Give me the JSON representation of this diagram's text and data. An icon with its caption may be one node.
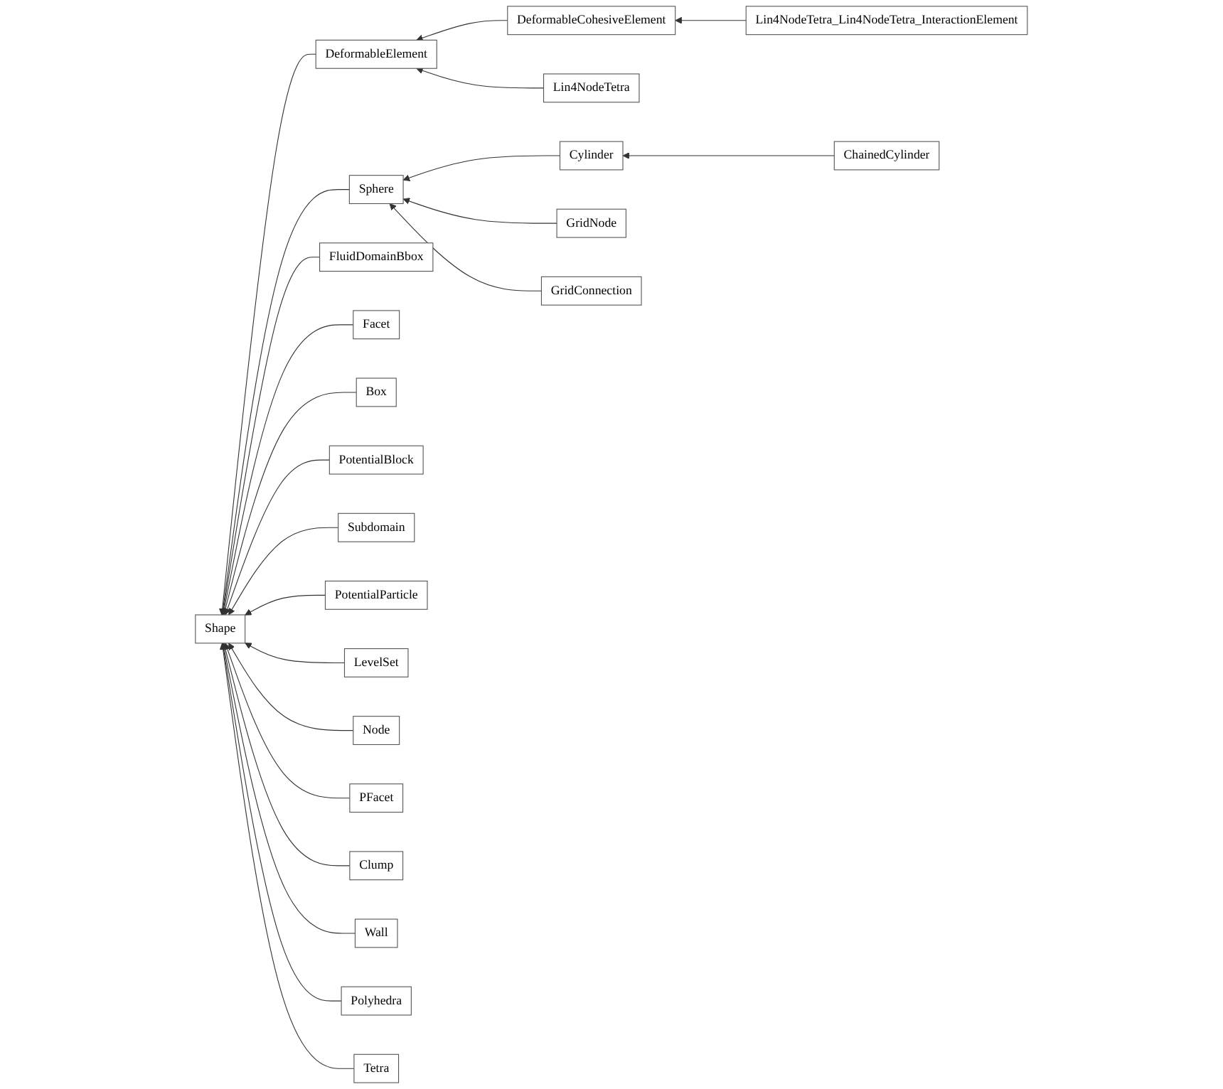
{
  "diagram": {
    "nodes": [
      {
        "text": [
          "Shape"
        ]
      },
      {
        "text": [
          "DeformableElement"
        ]
      },
      {
        "text": [
          "Sphere"
        ]
      },
      {
        "text": [
          "FluidDomainBbox"
        ]
      },
      {
        "text": [
          "Facet"
        ]
      },
      {
        "text": [
          "Box"
        ]
      },
      {
        "text": [
          "PotentialBlock"
        ]
      },
      {
        "text": [
          "Subdomain"
        ]
      },
      {
        "text": [
          "PotentialParticle"
        ]
      },
      {
        "text": [
          "LevelSet"
        ]
      },
      {
        "text": [
          "Node"
        ]
      },
      {
        "text": [
          "PFacet"
        ]
      },
      {
        "text": [
          "Clump"
        ]
      },
      {
        "text": [
          "Wall"
        ]
      },
      {
        "text": [
          "Polyhedra"
        ]
      },
      {
        "text": [
          "Tetra"
        ]
      },
      {
        "text": [
          "DeformableCohesiveElement"
        ]
      },
      {
        "text": [
          "Lin4NodeTetra"
        ]
      },
      {
        "text": [
          "Cylinder"
        ]
      },
      {
        "text": [
          "GridNode"
        ]
      },
      {
        "text": [
          "GridConnection"
        ]
      },
      {
        "text": [
          "Lin4NodeTetra_Lin4NodeTetra_InteractionElement"
        ]
      },
      {
        "text": [
          "ChainedCylinder"
        ]
      }
    ],
    "edges": [
      {
        "from": 1,
        "to": 0,
        "arrow": "to"
      },
      {
        "from": 2,
        "to": 0,
        "arrow": "to"
      },
      {
        "from": 3,
        "to": 0,
        "arrow": "to"
      },
      {
        "from": 4,
        "to": 0,
        "arrow": "to"
      },
      {
        "from": 5,
        "to": 0,
        "arrow": "to"
      },
      {
        "from": 6,
        "to": 0,
        "arrow": "to"
      },
      {
        "from": 7,
        "to": 0,
        "arrow": "to"
      },
      {
        "from": 8,
        "to": 0,
        "arrow": "to"
      },
      {
        "from": 9,
        "to": 0,
        "arrow": "to"
      },
      {
        "from": 10,
        "to": 0,
        "arrow": "to"
      },
      {
        "from": 11,
        "to": 0,
        "arrow": "to"
      },
      {
        "from": 12,
        "to": 0,
        "arrow": "to"
      },
      {
        "from": 13,
        "to": 0,
        "arrow": "to"
      },
      {
        "from": 14,
        "to": 0,
        "arrow": "to"
      },
      {
        "from": 15,
        "to": 0,
        "arrow": "to"
      },
      {
        "from": 16,
        "to": 1,
        "arrow": "to"
      },
      {
        "from": 17,
        "to": 1,
        "arrow": "to"
      },
      {
        "from": 18,
        "to": 2,
        "arrow": "to"
      },
      {
        "from": 19,
        "to": 2,
        "arrow": "to"
      },
      {
        "from": 20,
        "to": 2,
        "arrow": "to"
      },
      {
        "from": 21,
        "to": 16,
        "arrow": "to"
      },
      {
        "from": 22,
        "to": 18,
        "arrow": "to"
      }
    ]
  }
}
